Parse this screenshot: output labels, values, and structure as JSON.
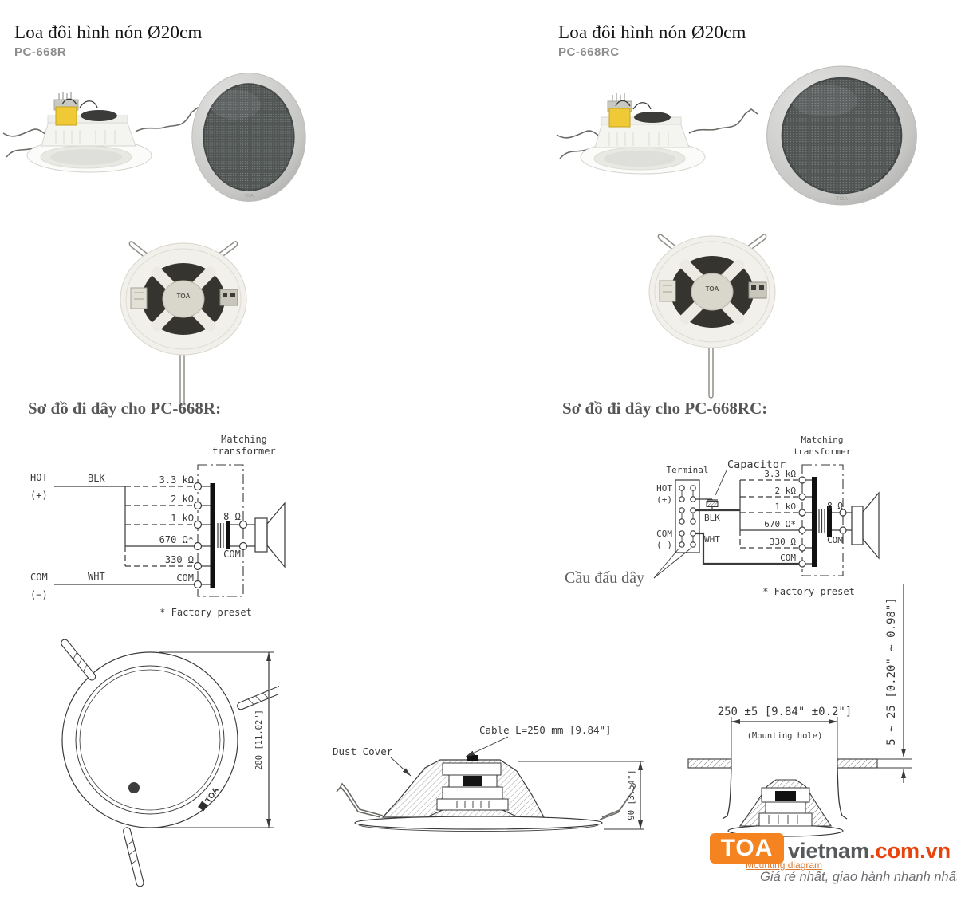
{
  "brand": {
    "toa_mark": "TOA"
  },
  "left_product": {
    "title": "Loa đôi hình nón Ø20cm",
    "model": "PC-668R"
  },
  "right_product": {
    "title": "Loa đôi hình nón Ø20cm",
    "model": "PC-668RC"
  },
  "wiring_left": {
    "heading": "Sơ đồ đi dây cho PC-668R:",
    "matching_line1": "Matching",
    "matching_line2": "transformer",
    "hot": "HOT",
    "hot_polarity": "(+)",
    "com": "COM",
    "com_polarity": "(−)",
    "blk": "BLK",
    "wht": "WHT",
    "taps": [
      "3.3 kΩ",
      "2 kΩ",
      "1 kΩ",
      "670 Ω*",
      "330 Ω",
      "COM"
    ],
    "impedance": "8 Ω",
    "secondary_com": "COM",
    "footnote": "* Factory preset"
  },
  "wiring_right": {
    "heading": "Sơ đồ đi dây cho PC-668RC:",
    "terminal": "Terminal",
    "capacitor": "Capacitor",
    "jumper": "Cầu đấu dây",
    "matching_line1": "Matching",
    "matching_line2": "transformer",
    "hot": "HOT",
    "hot_polarity": "(+)",
    "com": "COM",
    "com_polarity": "(−)",
    "blk": "BLK",
    "wht": "WHT",
    "taps": [
      "3.3 kΩ",
      "2 kΩ",
      "1 kΩ",
      "670 Ω*",
      "330 Ω",
      "COM"
    ],
    "impedance": "8 Ω",
    "secondary_com": "COM",
    "footnote": "* Factory preset"
  },
  "top_view": {
    "dimension": "280 [11.02\"]"
  },
  "section_view": {
    "dust_cover": "Dust Cover",
    "cable": "Cable L=250 mm [9.84\"]",
    "height": "90 [3.54\"]"
  },
  "mounting_view": {
    "width": "250 ±5 [9.84\" ±0.2\"]",
    "hole": "(Mounting hole)",
    "ceiling_range": "5 ~ 25 [0.20\" ~ 0.98\"]"
  },
  "footer": {
    "logo_text": "TOA",
    "logo_suffix": "vietnam",
    "logo_domain": ".com.vn",
    "caption": "Mounting diagram",
    "tagline": "Giá rẻ nhất, giao hành nhanh nhất !",
    "accent": "#f5831f",
    "domain_color": "#e8430c",
    "gray": "#58595b"
  }
}
